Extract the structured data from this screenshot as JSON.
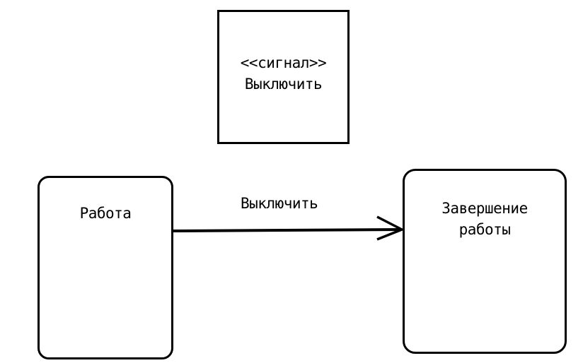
{
  "signal": {
    "stereotype": "<<сигнал>>",
    "name": "Выключить"
  },
  "states": {
    "work": "Работа",
    "finish_line1": "Завершение",
    "finish_line2": "работы"
  },
  "transition": {
    "label": "Выключить"
  },
  "colors": {
    "stroke": "#000000",
    "background": "#ffffff"
  }
}
